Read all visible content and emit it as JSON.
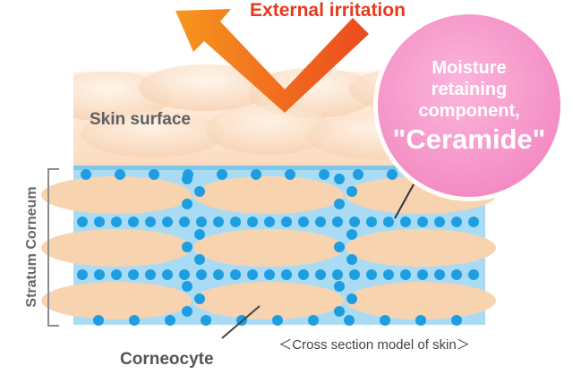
{
  "title": "External irritation",
  "labels": {
    "skin_surface": "Skin surface",
    "stratum_corneum": "Stratum Corneum",
    "corneocyte": "Corneocyte",
    "caption": "＜Cross section model of skin＞"
  },
  "callout": {
    "line1": "Moisture",
    "line2": "retaining",
    "line3": "component,",
    "line4": "\"Ceramide\""
  },
  "colors": {
    "arrow": "#f0641e",
    "title": "#e8391e",
    "skin_top": "#fde4cc",
    "corneocyte": "#f8d3b0",
    "lipid_layer": "#a9dcf4",
    "ceramide_dot": "#1e9ee0",
    "callout_fill": "#f79ccd",
    "label_gray": "#5f5f5f"
  }
}
